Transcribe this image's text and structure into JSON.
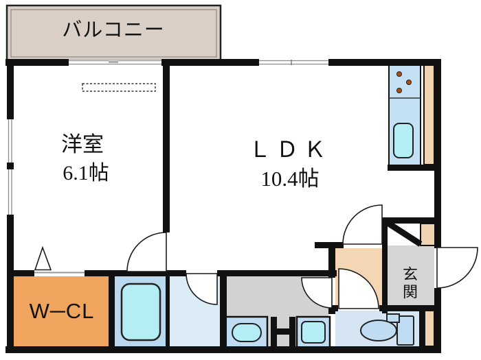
{
  "floorplan": {
    "balcony": {
      "label": "バルコニー"
    },
    "western_room": {
      "label": "洋室",
      "size": "6.1帖"
    },
    "ldk": {
      "label": "ＬＤＫ",
      "size": "10.4帖"
    },
    "walk_in_closet": {
      "label": "W─CL"
    },
    "entrance": {
      "label": "玄関"
    },
    "colors": {
      "wall": "#111111",
      "balcony_fill": "#d9cfc6",
      "closet_orange": "#f0a55f",
      "bathroom_blue": "#bad8ee",
      "bathtub_cyan": "#b4edf4",
      "washroom_blue": "#dcecf7",
      "powder_room_gray": "#d2d2d2",
      "entrance_gray": "#d5d5d5",
      "toilet_room_blue": "#d5e5f3",
      "fixture_blue": "#bfdcf2",
      "kitchen_counter_blue": "#c4e0f5",
      "counter_tan": "#f0d3b0",
      "hallway_peach": "#f5d6b4",
      "burner_dot": "#a8500f"
    },
    "fixture_icons": [
      "stove-burners-icon",
      "kitchen-sink-icon",
      "bathtub-icon",
      "washbasin-icon",
      "washing-machine-icon",
      "toilet-icon"
    ]
  }
}
